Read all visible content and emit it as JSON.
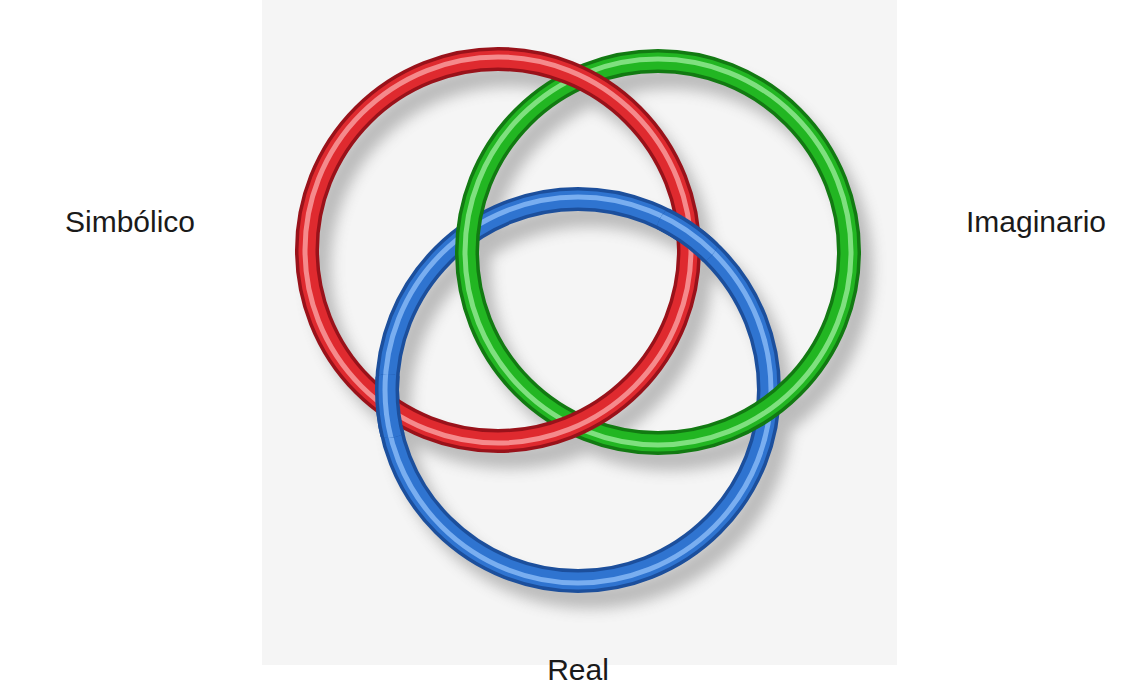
{
  "diagram": {
    "labels": [
      "Simbólico",
      "Imaginario",
      "Real"
    ]
  }
}
